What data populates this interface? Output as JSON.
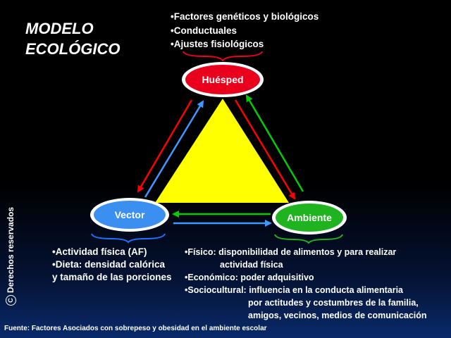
{
  "title": {
    "line1": "MODELO",
    "line2": "ECOLÓGICO"
  },
  "nodes": {
    "host": "Huésped",
    "vector": "Vector",
    "environment": "Ambiente"
  },
  "host_factors": [
    "•Factores genéticos y biológicos",
    "•Conductuales",
    "•Ajustes fisiológicos"
  ],
  "vector_factors": [
    "•Actividad física (AF)",
    "•Dieta: densidad calórica",
    "y tamaño de las porciones"
  ],
  "environment_factors": {
    "fisico_1": "•Físico: disponibilidad de alimentos y para realizar",
    "fisico_2": "actividad física",
    "economico": "•Económico: poder adquisitivo",
    "socio_1": "•Sociocultural: influencia en la conducta alimentaria",
    "socio_2": "por actitudes y costumbres de la familia,",
    "socio_3": "amigos, vecinos, medios de comunicación"
  },
  "copyright": {
    "symbol": "C",
    "text": "Derechos reservados"
  },
  "source": "Fuente: Factores Asociados con sobrepeso y obesidad en el ambiente escolar",
  "colors": {
    "triangle": "#ffff00",
    "host": "#e8001c",
    "vector": "#3b8ff0",
    "environment": "#1fb41f",
    "arrow_red": "#ff0000",
    "arrow_blue": "#3f97ff",
    "arrow_green": "#00cc00",
    "brace": "#1e73ff"
  }
}
